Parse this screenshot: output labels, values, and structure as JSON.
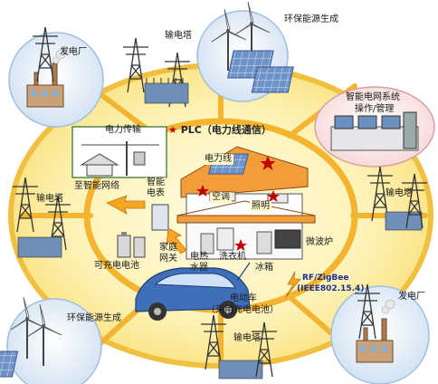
{
  "labels": {
    "power_plant_top": "发电厂",
    "tower_top": "输电塔",
    "renewable_top": "环保能源生成",
    "smart_grid_system": "智能电网系统",
    "smart_grid_ops": "操作/管理",
    "power_transmission": "电力传输",
    "plc": "PLC（电力线通信）",
    "power_line": "电力线",
    "to_smart_grid": "至智能网络",
    "smart_meter_1": "智能",
    "smart_meter_2": "电表",
    "aircon": "空调",
    "lighting": "照明",
    "tower_left": "输电塔",
    "tower_right": "输电塔",
    "home_gateway_1": "家庭",
    "home_gateway_2": "网关",
    "water_heater_1": "电热",
    "water_heater_2": "水器",
    "washing_machine": "洗衣机",
    "microwave": "微波炉",
    "fridge": "冰箱",
    "rechargeable_battery": "可充电电池",
    "rf_zigbee_1": "RF/ZigBee",
    "rf_zigbee_2": "(IEEE802.15.4)",
    "ev_1": "电动车",
    "ev_2": "（采用充电电池）",
    "power_plant_bottom": "发电厂",
    "renewable_bottom": "环保能源生成",
    "tower_bottom": "输电塔"
  },
  "colors": {
    "ring_fill": "#fdf1b0",
    "ring_stroke": "#f0b020",
    "arrow_orange": "#f5a623",
    "roof_orange": "#f39c3a",
    "circle_blue": "#cfe4f7",
    "star_red": "#c00000"
  }
}
